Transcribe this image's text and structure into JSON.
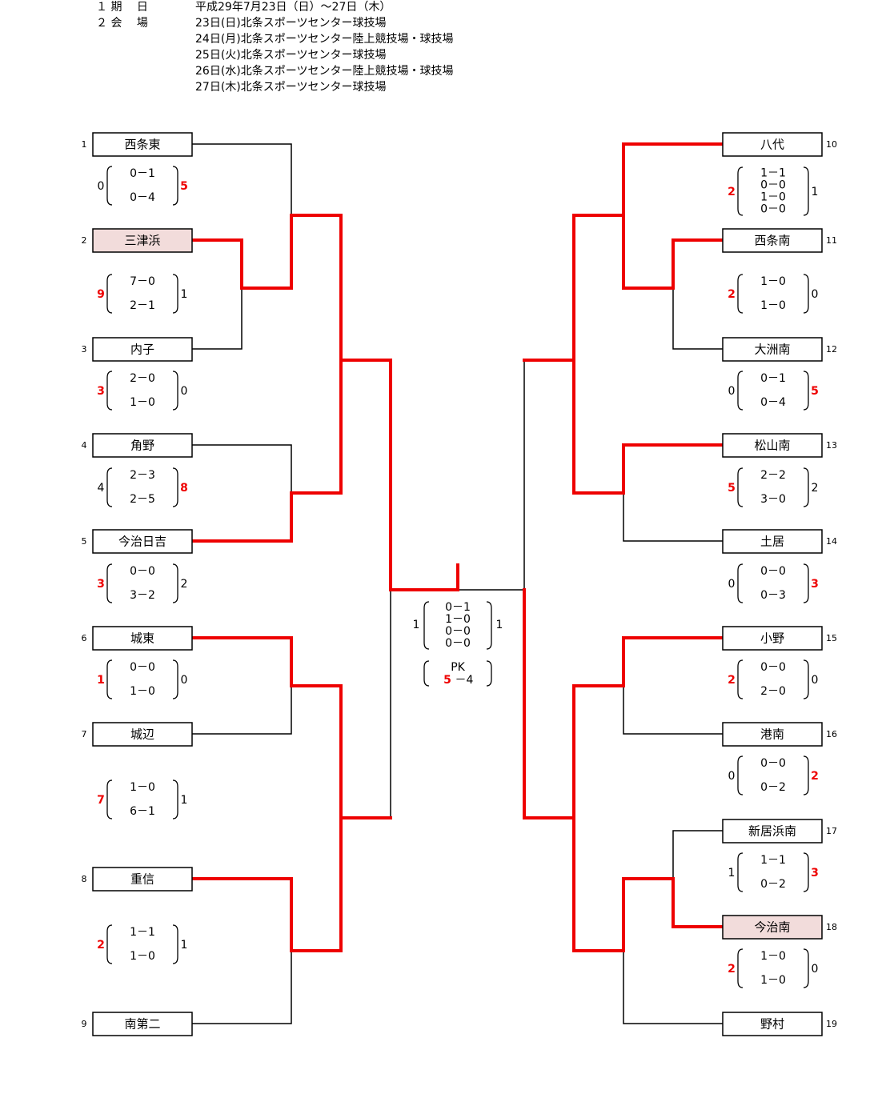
{
  "header": {
    "period_label": "１ 期　 日",
    "period_value": "平成29年7月23日（日）～27日（木）",
    "venue_label": "２ 会　 場",
    "venues": [
      "23日(日)北条スポーツセンター球技場",
      "24日(月)北条スポーツセンター陸上競技場・球技場",
      "25日(火)北条スポーツセンター球技場",
      "26日(水)北条スポーツセンター陸上競技場・球技場",
      "27日(木)北条スポーツセンター球技場"
    ]
  },
  "colors": {
    "win": "#ee0000",
    "line": "#000000",
    "highlight": "#f2dcdb"
  },
  "teams": [
    {
      "seed": "1",
      "name": "西条東",
      "highlight": false
    },
    {
      "seed": "2",
      "name": "三津浜",
      "highlight": true
    },
    {
      "seed": "3",
      "name": "内子",
      "highlight": false
    },
    {
      "seed": "4",
      "name": "角野",
      "highlight": false
    },
    {
      "seed": "5",
      "name": "今治日吉",
      "highlight": false
    },
    {
      "seed": "6",
      "name": "城東",
      "highlight": false
    },
    {
      "seed": "7",
      "name": "城辺",
      "highlight": false
    },
    {
      "seed": "8",
      "name": "重信",
      "highlight": false
    },
    {
      "seed": "9",
      "name": "南第二",
      "highlight": false
    },
    {
      "seed": "10",
      "name": "八代",
      "highlight": false
    },
    {
      "seed": "11",
      "name": "西条南",
      "highlight": false
    },
    {
      "seed": "12",
      "name": "大洲南",
      "highlight": false
    },
    {
      "seed": "13",
      "name": "松山南",
      "highlight": false
    },
    {
      "seed": "14",
      "name": "土居",
      "highlight": false
    },
    {
      "seed": "15",
      "name": "小野",
      "highlight": false
    },
    {
      "seed": "16",
      "name": "港南",
      "highlight": false
    },
    {
      "seed": "17",
      "name": "新居浜南",
      "highlight": false
    },
    {
      "seed": "18",
      "name": "今治南",
      "highlight": true
    },
    {
      "seed": "19",
      "name": "野村",
      "highlight": false
    }
  ],
  "scores": [
    {
      "left": "0",
      "left_win": false,
      "halves": [
        "0－1",
        "0－4"
      ],
      "right": "5",
      "right_win": true
    },
    {
      "left": "9",
      "left_win": true,
      "halves": [
        "7－0",
        "2－1"
      ],
      "right": "1",
      "right_win": false
    },
    {
      "left": "3",
      "left_win": true,
      "halves": [
        "2－0",
        "1－0"
      ],
      "right": "0",
      "right_win": false
    },
    {
      "left": "4",
      "left_win": false,
      "halves": [
        "2－3",
        "2－5"
      ],
      "right": "8",
      "right_win": true
    },
    {
      "left": "3",
      "left_win": true,
      "halves": [
        "0－0",
        "3－2"
      ],
      "right": "2",
      "right_win": false
    },
    {
      "left": "1",
      "left_win": true,
      "halves": [
        "0－0",
        "1－0"
      ],
      "right": "0",
      "right_win": false
    },
    {
      "left": "7",
      "left_win": true,
      "halves": [
        "1－0",
        "6－1"
      ],
      "right": "1",
      "right_win": false
    },
    {
      "left": "2",
      "left_win": true,
      "halves": [
        "1－1",
        "1－0"
      ],
      "right": "1",
      "right_win": false
    },
    {
      "left": "2",
      "left_win": true,
      "halves": [
        "1－1",
        "0－0",
        "1－0",
        "0－0"
      ],
      "right": "1",
      "right_win": false
    },
    {
      "left": "2",
      "left_win": true,
      "halves": [
        "1－0",
        "1－0"
      ],
      "right": "0",
      "right_win": false
    },
    {
      "left": "0",
      "left_win": false,
      "halves": [
        "0－1",
        "0－4"
      ],
      "right": "5",
      "right_win": true
    },
    {
      "left": "5",
      "left_win": true,
      "halves": [
        "2－2",
        "3－0"
      ],
      "right": "2",
      "right_win": false
    },
    {
      "left": "0",
      "left_win": false,
      "halves": [
        "0－0",
        "0－3"
      ],
      "right": "3",
      "right_win": true
    },
    {
      "left": "2",
      "left_win": true,
      "halves": [
        "0－0",
        "2－0"
      ],
      "right": "0",
      "right_win": false
    },
    {
      "left": "0",
      "left_win": false,
      "halves": [
        "0－0",
        "0－2"
      ],
      "right": "2",
      "right_win": true
    },
    {
      "left": "1",
      "left_win": false,
      "halves": [
        "1－1",
        "0－2"
      ],
      "right": "3",
      "right_win": true
    },
    {
      "left": "2",
      "left_win": true,
      "halves": [
        "1－0",
        "1－0"
      ],
      "right": "0",
      "right_win": false
    }
  ],
  "final": {
    "left": "1",
    "right": "1",
    "halves": [
      "0－1",
      "1－0",
      "0－0",
      "0－0"
    ],
    "pk_label": "PK",
    "pk_win": "5",
    "pk_rest": "－4"
  }
}
